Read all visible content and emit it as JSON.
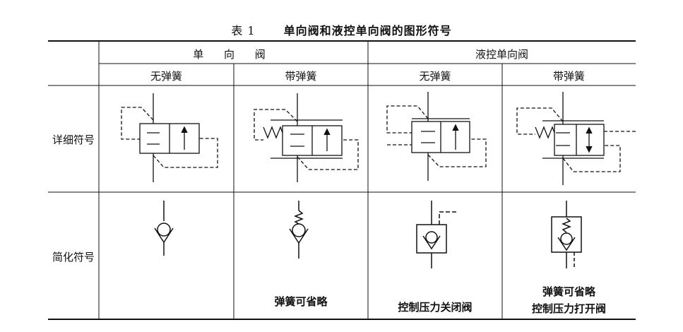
{
  "title": {
    "number": "表 1",
    "text": "单向阀和液控单向阀的图形符号"
  },
  "header": {
    "group_check_valve": "单 向 阀",
    "group_pilot_check_valve": "液控单向阀",
    "sub_no_spring_1": "无弹簧",
    "sub_with_spring_1": "带弹簧",
    "sub_no_spring_2": "无弹簧",
    "sub_with_spring_2": "带弹簧"
  },
  "rows": {
    "detailed": "详细符号",
    "simplified": "简化符号"
  },
  "notes": {
    "spring_optional": "弹簧可省略",
    "pilot_closes": "控制压力关闭阀",
    "spring_optional_2": "弹簧可省略",
    "pilot_opens": "控制压力打开阀"
  }
}
